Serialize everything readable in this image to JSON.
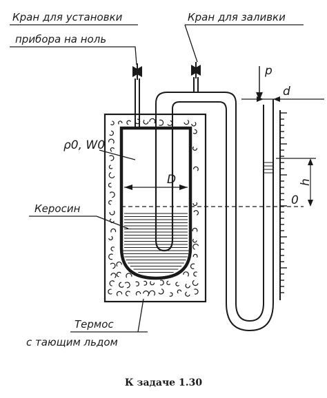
{
  "labels": {
    "zero_valve": [
      "Кран для установки",
      "прибора на ноль"
    ],
    "fill_valve": "Кран для заливки",
    "density": "ρ0, W0",
    "diameter": "D",
    "tube_diameter": "d",
    "pressure": "p",
    "height": "h",
    "zero_mark": "0",
    "kerosene": "Керосин",
    "thermos": [
      "Термос",
      "с тающим льдом"
    ]
  },
  "caption": "К задаче 1.30"
}
